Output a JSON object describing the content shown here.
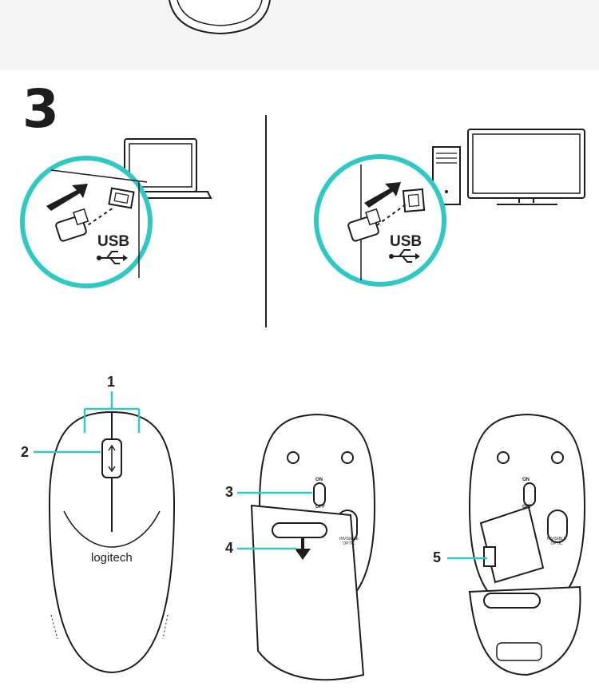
{
  "step": {
    "number": "3"
  },
  "usb_left": {
    "label": "USB"
  },
  "usb_right": {
    "label": "USB"
  },
  "mouse": {
    "logo": "logitech",
    "switch_on": "ON",
    "switch_off": "OFF",
    "sensor_text": "INVISIBLE OPTIC"
  },
  "callouts": [
    "1",
    "2",
    "3",
    "4",
    "5"
  ],
  "colors": {
    "accent": "#2fc9c4",
    "line": "#1d1d1d"
  }
}
